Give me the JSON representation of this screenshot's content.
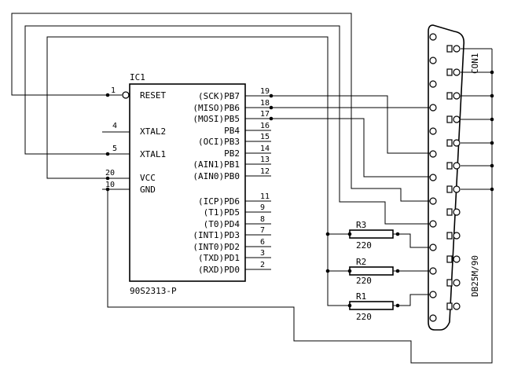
{
  "ic": {
    "ref": "IC1",
    "part": "90S2313-P",
    "left_pins": [
      {
        "num": "1",
        "name": "RESET"
      },
      {
        "num": "4",
        "name": "XTAL2"
      },
      {
        "num": "5",
        "name": "XTAL1"
      },
      {
        "num": "20",
        "name": "VCC"
      },
      {
        "num": "10",
        "name": "GND"
      }
    ],
    "right_pins": [
      {
        "num": "19",
        "name": "(SCK)PB7"
      },
      {
        "num": "18",
        "name": "(MISO)PB6"
      },
      {
        "num": "17",
        "name": "(MOSI)PB5"
      },
      {
        "num": "16",
        "name": "PB4"
      },
      {
        "num": "15",
        "name": "(OCI)PB3"
      },
      {
        "num": "14",
        "name": "PB2"
      },
      {
        "num": "13",
        "name": "(AIN1)PB1"
      },
      {
        "num": "12",
        "name": "(AIN0)PB0"
      },
      {
        "num": "11",
        "name": "(ICP)PD6"
      },
      {
        "num": "9",
        "name": "(T1)PD5"
      },
      {
        "num": "8",
        "name": "(T0)PD4"
      },
      {
        "num": "7",
        "name": "(INT1)PD3"
      },
      {
        "num": "6",
        "name": "(INT0)PD2"
      },
      {
        "num": "3",
        "name": "(TXD)PD1"
      },
      {
        "num": "2",
        "name": "(RXD)PD0"
      }
    ]
  },
  "resistors": [
    {
      "ref": "R3",
      "value": "220"
    },
    {
      "ref": "R2",
      "value": "220"
    },
    {
      "ref": "R1",
      "value": "220"
    }
  ],
  "connector": {
    "ref": "CON1",
    "part": "DB25M/90"
  }
}
